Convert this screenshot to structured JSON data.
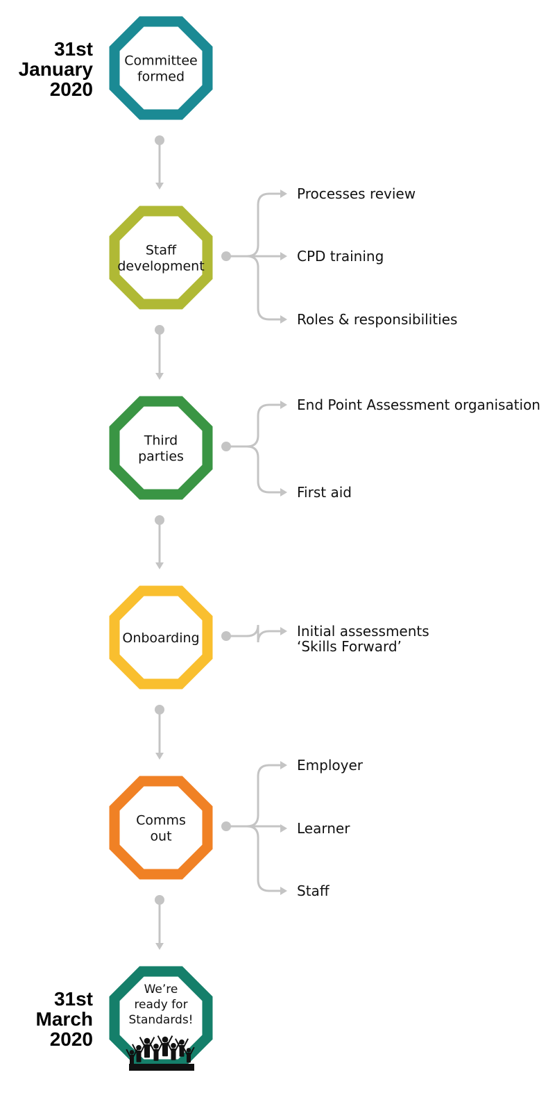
{
  "diagram": {
    "start_date": [
      "31st",
      "January",
      "2020"
    ],
    "end_date": [
      "31st",
      "March",
      "2020"
    ],
    "steps": [
      {
        "id": "committee",
        "label": [
          "Committee",
          "formed"
        ],
        "color": "#1b8a94",
        "branches": []
      },
      {
        "id": "staff-development",
        "label": [
          "Staff",
          "development"
        ],
        "color": "#b0b935",
        "branches": [
          [
            "Processes review"
          ],
          [
            "CPD training"
          ],
          [
            "Roles & responsibilities"
          ]
        ]
      },
      {
        "id": "third-parties",
        "label": [
          "Third",
          "parties"
        ],
        "color": "#3a9544",
        "branches": [
          [
            "End Point Assessment organisation"
          ],
          [
            "First aid"
          ]
        ]
      },
      {
        "id": "onboarding",
        "label": [
          "Onboarding"
        ],
        "color": "#f9bf2f",
        "branches": [
          [
            "Initial assessments",
            "‘Skills Forward’"
          ]
        ]
      },
      {
        "id": "comms-out",
        "label": [
          "Comms",
          "out"
        ],
        "color": "#f08125",
        "branches": [
          [
            "Employer"
          ],
          [
            "Learner"
          ],
          [
            "Staff"
          ]
        ]
      },
      {
        "id": "ready",
        "label": [
          "We’re",
          "ready for",
          "Standards!"
        ],
        "color": "#157f6a",
        "branches": []
      }
    ]
  }
}
